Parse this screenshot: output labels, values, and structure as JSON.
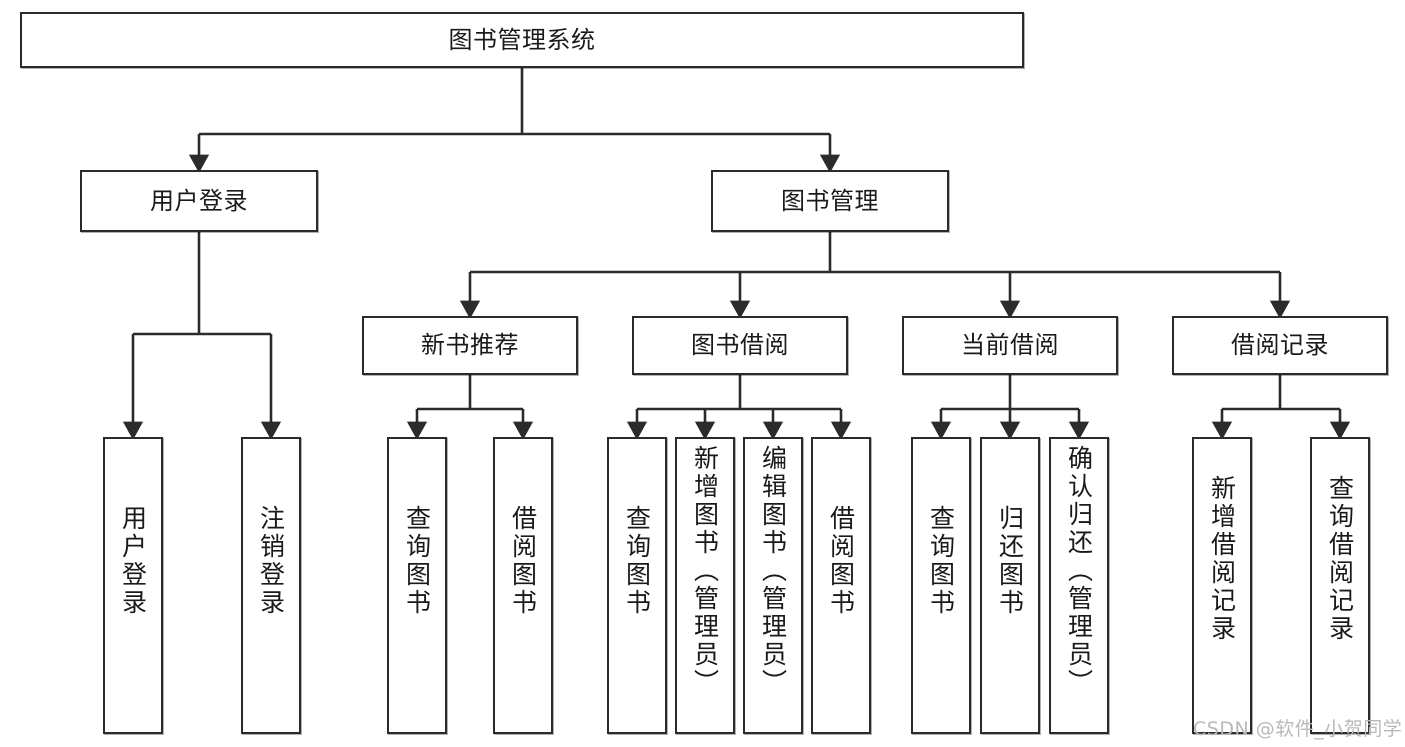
{
  "diagram": {
    "type": "tree-hierarchy",
    "root": {
      "id": "root",
      "label": "图书管理系统"
    },
    "level2": [
      {
        "id": "user-login",
        "label": "用户登录"
      },
      {
        "id": "book-manage",
        "label": "图书管理"
      }
    ],
    "level3": [
      {
        "id": "new-book-recommend",
        "label": "新书推荐",
        "parent": "book-manage"
      },
      {
        "id": "book-borrow",
        "label": "图书借阅",
        "parent": "book-manage"
      },
      {
        "id": "current-borrow",
        "label": "当前借阅",
        "parent": "book-manage"
      },
      {
        "id": "borrow-record",
        "label": "借阅记录",
        "parent": "book-manage"
      }
    ],
    "leaves": [
      {
        "id": "leaf-user-login",
        "label": "用户登录",
        "parent": "user-login"
      },
      {
        "id": "leaf-logout",
        "label": "注销登录",
        "parent": "user-login"
      },
      {
        "id": "leaf-query-book-1",
        "label": "查询图书",
        "parent": "new-book-recommend"
      },
      {
        "id": "leaf-borrow-book-1",
        "label": "借阅图书",
        "parent": "new-book-recommend"
      },
      {
        "id": "leaf-query-book-2",
        "label": "查询图书",
        "parent": "book-borrow"
      },
      {
        "id": "leaf-add-book",
        "label": "新增图书（管理员）",
        "parent": "book-borrow"
      },
      {
        "id": "leaf-edit-book",
        "label": "编辑图书（管理员）",
        "parent": "book-borrow"
      },
      {
        "id": "leaf-borrow-book-2",
        "label": "借阅图书",
        "parent": "book-borrow"
      },
      {
        "id": "leaf-query-book-3",
        "label": "查询图书",
        "parent": "current-borrow"
      },
      {
        "id": "leaf-return-book",
        "label": "归还图书",
        "parent": "current-borrow"
      },
      {
        "id": "leaf-confirm-return",
        "label": "确认归还（管理员）",
        "parent": "current-borrow"
      },
      {
        "id": "leaf-add-record",
        "label": "新增借阅记录",
        "parent": "borrow-record"
      },
      {
        "id": "leaf-query-record",
        "label": "查询借阅记录",
        "parent": "borrow-record"
      }
    ],
    "colors": {
      "stroke": "#2b2b2b",
      "fill": "#ffffff",
      "text": "#1a1a1a",
      "watermark": "#b9b9b9"
    }
  },
  "watermark": {
    "text": "CSDN @软件_小贺同学"
  }
}
